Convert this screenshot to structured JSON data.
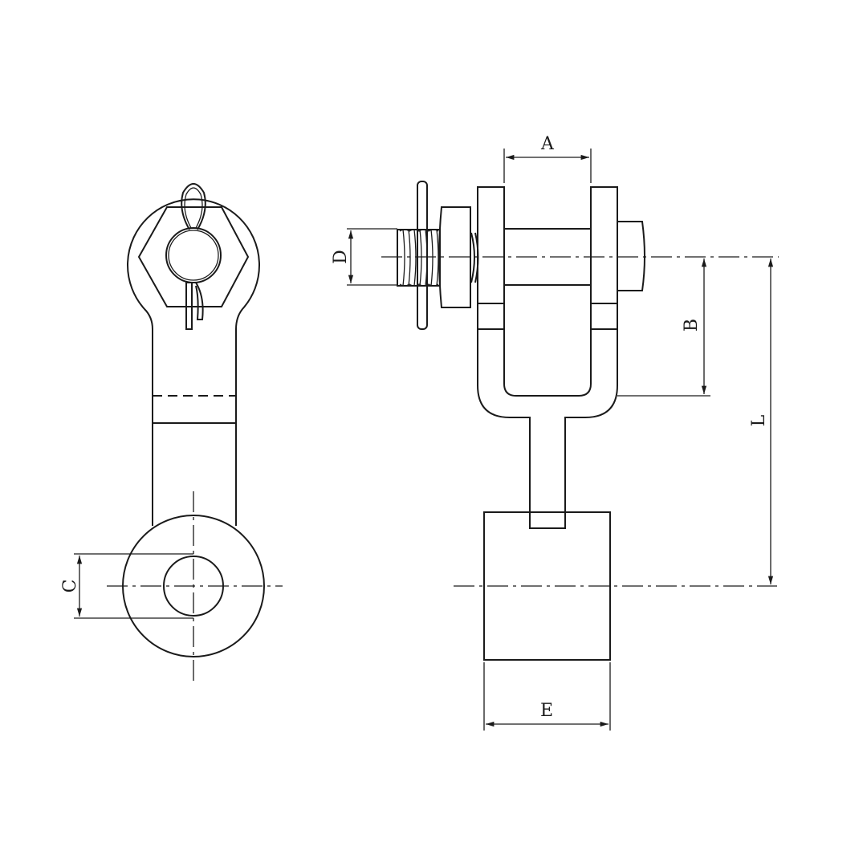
{
  "dimensions": {
    "A": "A",
    "B": "B",
    "C": "C",
    "D": "D",
    "E": "E",
    "L": "L"
  },
  "line_color": "#1a1a1a"
}
